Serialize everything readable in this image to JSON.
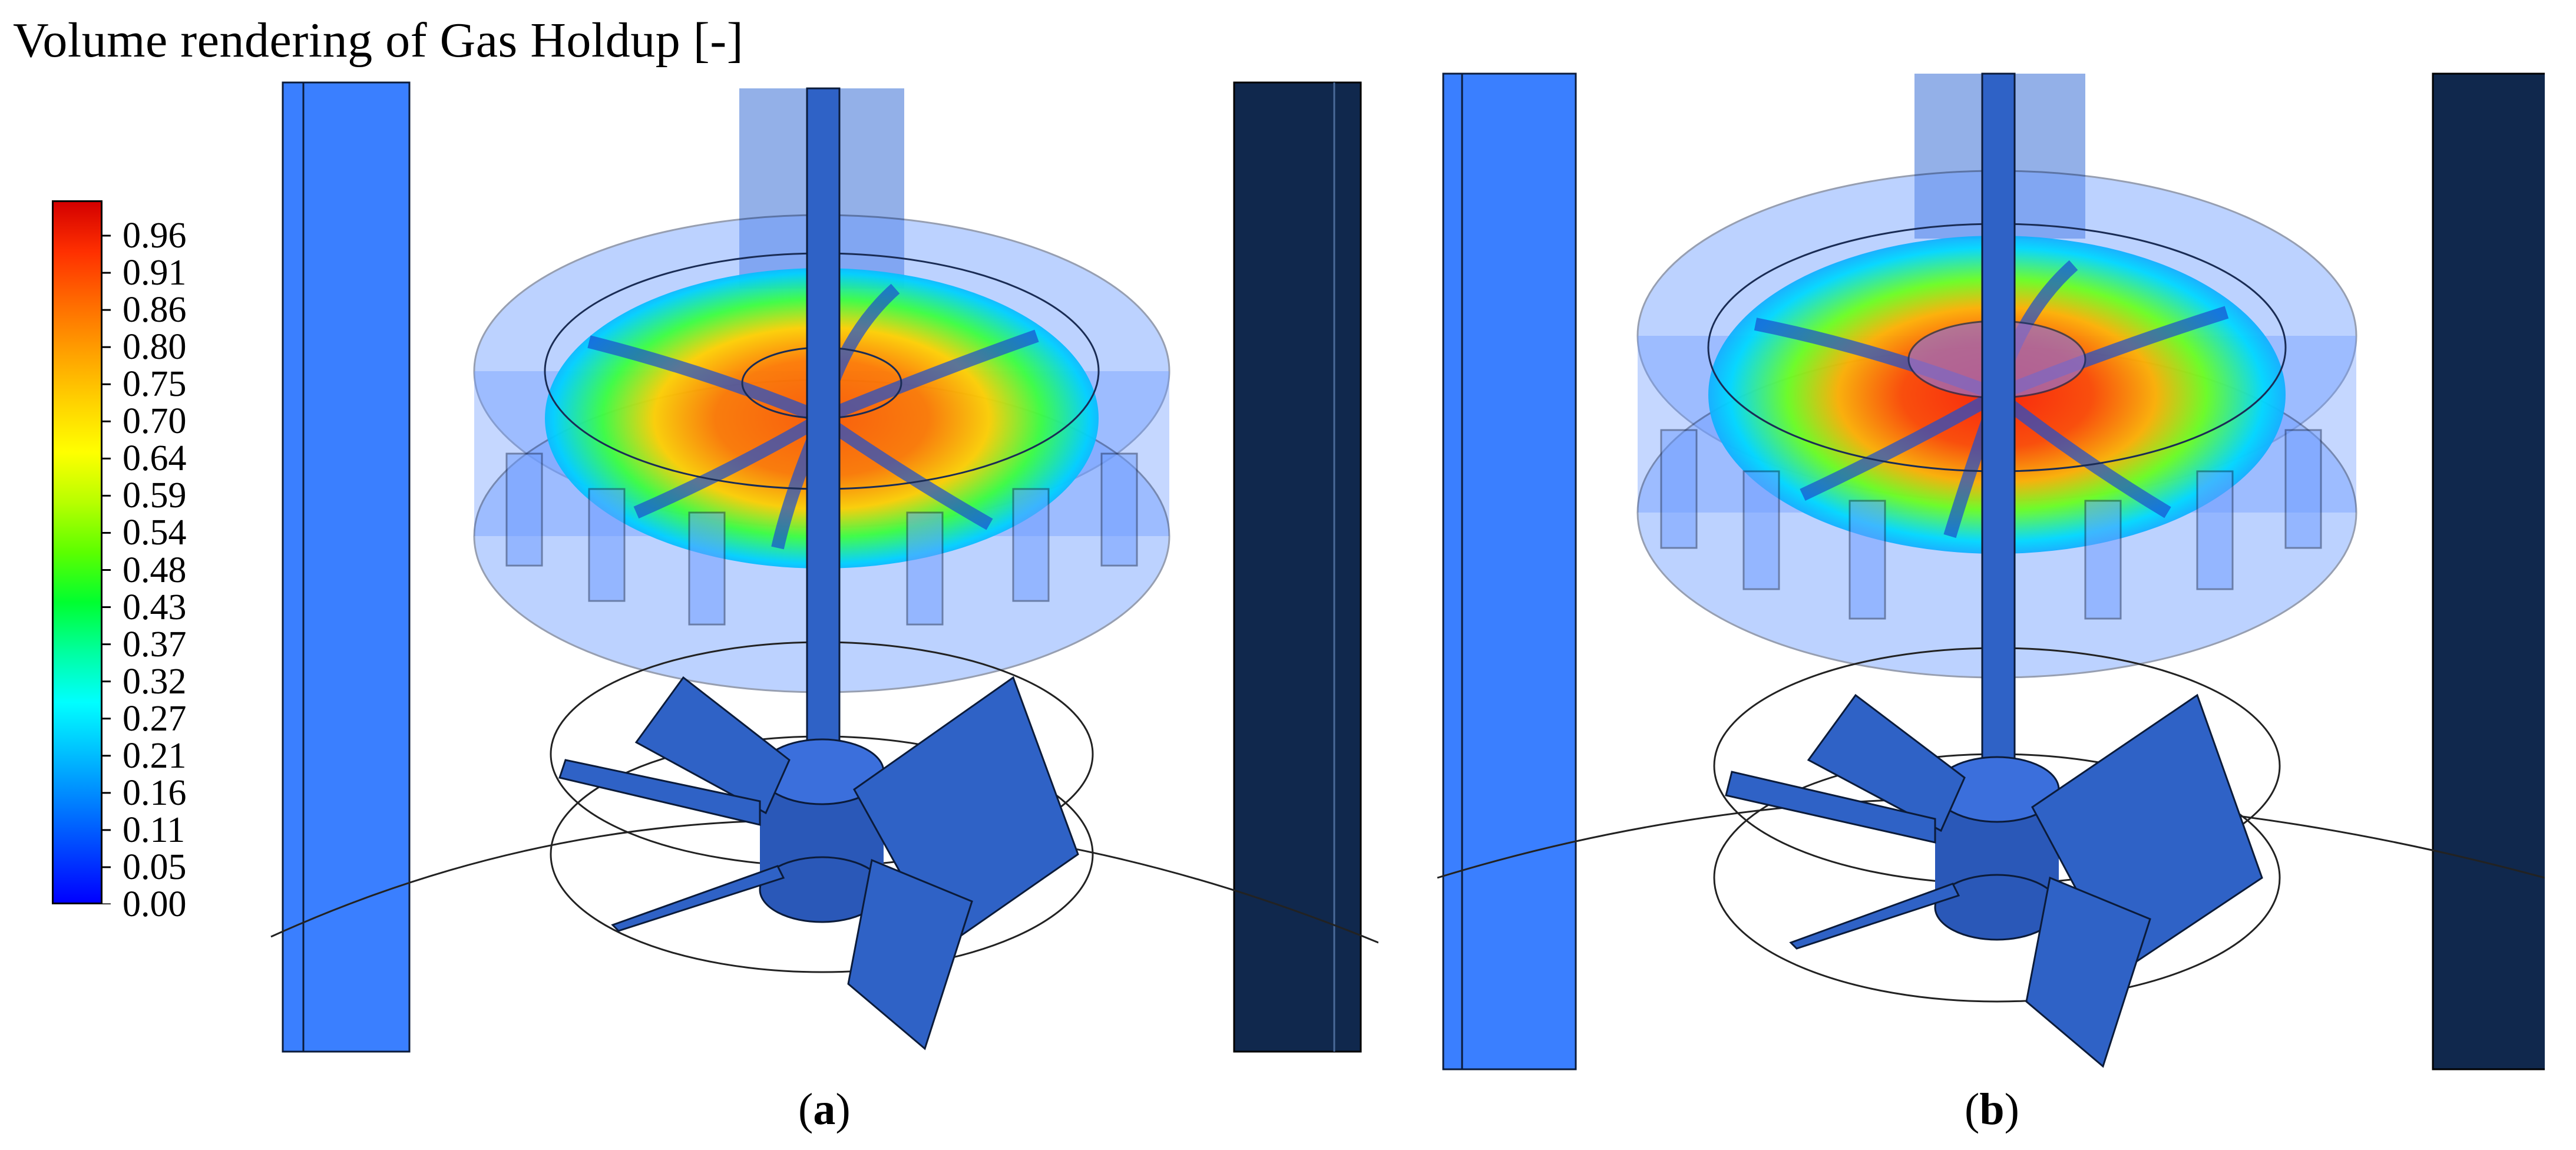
{
  "title": "Volume rendering of Gas Holdup [-]",
  "colorbar": {
    "labels": [
      "0.96",
      "0.91",
      "0.86",
      "0.80",
      "0.75",
      "0.70",
      "0.64",
      "0.59",
      "0.54",
      "0.48",
      "0.43",
      "0.37",
      "0.32",
      "0.27",
      "0.21",
      "0.16",
      "0.11",
      "0.05",
      "0.00"
    ],
    "colors": [
      "#d40000",
      "#ff3000",
      "#ff6a00",
      "#ffa000",
      "#ffd200",
      "#ffff00",
      "#b8ff00",
      "#5cff00",
      "#00ff30",
      "#00ffa0",
      "#00ffff",
      "#00c0ff",
      "#0080ff",
      "#0040ff",
      "#0000ff"
    ]
  },
  "panels": [
    {
      "id": "a",
      "caption": "a"
    },
    {
      "id": "b",
      "caption": "b"
    }
  ],
  "colors": {
    "baffle_left": "#3a7fff",
    "baffle_right": "#10284d",
    "impeller": "#2f62c6",
    "stator": "#6d9cff"
  }
}
